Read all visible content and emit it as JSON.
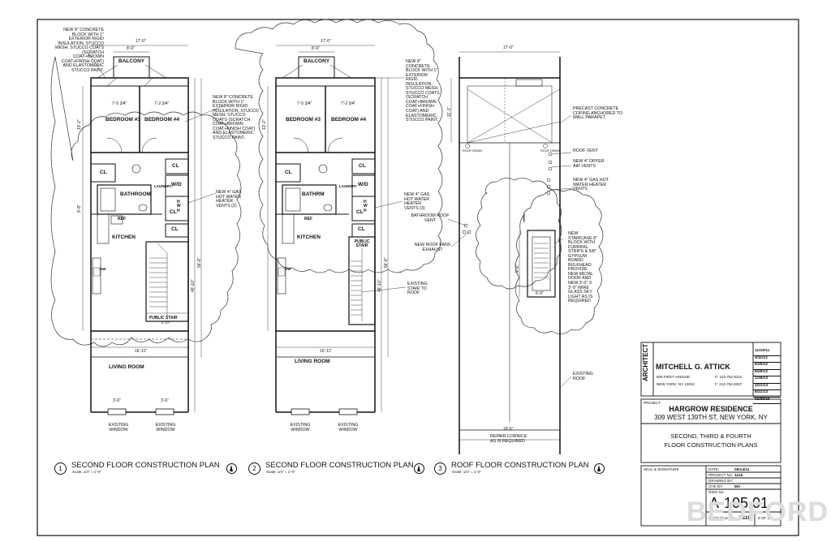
{
  "architect": {
    "vertical_label": "ARCHITECT",
    "name": "MITCHELL G. ATTICK",
    "address_1": "509 FIRST AVENUE",
    "address_2": "NEW YORK, NY 10022",
    "phone": "P: 212-752-6210",
    "fax": "F: 212-752-6207",
    "revision_dates": [
      "11/29/11",
      "4/11/12",
      "5/25/12",
      "6/25/12",
      "1/29/13",
      "4/21/13",
      "6/21/13",
      "01/20/16"
    ]
  },
  "project": {
    "label": "PROJECT",
    "name": "HARGROW RESIDENCE",
    "address": "309 WEST 139TH ST, NEW YORK, NY",
    "drawing_title_1": "SECOND, THIRD & FOURTH",
    "drawing_title_2": "FLOOR CONSTRUCTION PLANS"
  },
  "sheet_info": {
    "seal_label": "SEAL & SIGNATURE",
    "date_label": "DATE:",
    "date": "09/14/11",
    "project_no_label": "PROJECT No:",
    "project_no": "1116",
    "drawing_by_label": "DRAWING BY:",
    "drawing_by": "",
    "chk_by_label": "CHK BY:",
    "chk_by": "MA",
    "dwg_no_label": "DWG No:",
    "dwg_no": "A-105.01",
    "cadd_label": "CADD FILE No:",
    "cadd_no": "(1116)",
    "sheet_of": "9 OF 15"
  },
  "watermark": "BEDFORD",
  "plans": [
    {
      "number": "1",
      "title": "SECOND FLOOR CONSTRUCTION PLAN",
      "scale": "Scale: 1/4\" = 1'-0\"",
      "rooms": {
        "balcony": "BALCONY",
        "bedroom_3": "BEDROOM #3",
        "bedroom_4": "BEDROOM #4",
        "bathroom": "BATHROOM",
        "laundry": "LAUNDRY",
        "kitchen": "KITCHEN",
        "public_stair": "PUBLIC STAIR",
        "living_room": "LIVING ROOM",
        "cl_a": "CL",
        "cl_b": "CL",
        "cl_c": "CL",
        "cl_d": "CL",
        "wd": "W/D",
        "ref": "REF",
        "dw": "DW",
        "hw": "H W H"
      },
      "notes": {
        "block_left": "NEW 8\" CONCRETE BLOCK WITH 1\" EXTERIOR RIGID INSULATION, STUCCO MESH, STUCCO COATS (SCRATCH COAT+BROWN COAT+FINISH COAT) AND ELASTOMERIC STUCCO PAINT.",
        "block_right": "NEW 8\" CONCRETE BLOCK WITH 1\" EXTERIOR RIGID INSULATION, STUCCO MESH, STUCCO COATS (SCRATCH COAT+BROWN COAT+FINISH COAT) AND ELASTOMERIC STUCCO PAINT.",
        "vents": "NEW 4\" GAS HOT WATER HEATER VENTS (2)",
        "window_1": "EXISTING WINDOW",
        "window_2": "EXISTING WINDOW"
      },
      "dims": {
        "overall_width": "17'-0\"",
        "balcony_width": "8'-0\"",
        "living_width": "16'-11\"",
        "bed_width_1": "7'-5 3/4\"",
        "bed_width_2": "7'-2 3/4\"",
        "stair_width": "6'-10\"",
        "win_1": "3'-6\"",
        "win_2": "3'-6\"",
        "depth_total": "56'-8\"",
        "depth_2": "46'-10\"",
        "bed_depth": "13'-2\"",
        "kitchen_depth": "9'-8\""
      }
    },
    {
      "number": "2",
      "title": "SECOND FLOOR CONSTRUCTION PLAN",
      "scale": "Scale: 1/4\" = 1'-0\"",
      "rooms": {
        "balcony": "BALCONY",
        "bedroom_3": "BEDROOM #3",
        "bedroom_4": "BEDROOM #4",
        "bathroom": "BATHRM",
        "laundry": "LAUNDRY",
        "kitchen": "KITCHEN",
        "public_stair": "PUBLIC STAIR",
        "living_room": "LIVING ROOM",
        "cl_a": "CL",
        "cl_b": "CL",
        "cl_c": "CL",
        "cl_d": "CL",
        "wd": "W/D",
        "ref": "REF",
        "dw": "DW",
        "hw": "H W H"
      },
      "notes": {
        "block_right": "NEW 8\" CONCRETE BLOCK WITH 1\" EXTERIOR RIGID INSULATION, STUCCO MESH, STUCCO COATS (SCRATCH COAT+BROWN COAT+FINISH COAT) AND ELASTOMERIC STUCCO PAINT.",
        "vents": "NEW 4\" GAS HOT WATER HEATER VENTS (3)",
        "existing_stair": "EXISTING STAIR TO ROOF",
        "window_1": "EXISTING WINDOW",
        "window_2": "EXISTING WINDOW"
      },
      "dims": {
        "overall_width": "17'-0\"",
        "balcony_width": "8'-0\"",
        "living_width": "16'-11\"",
        "bed_width_1": "7'-5 3/4\"",
        "bed_width_2": "7'-2 3/4\"",
        "depth_total": "56'-8\"",
        "depth_2": "46'-10\"",
        "bed_depth": "13'-2\""
      }
    },
    {
      "number": "3",
      "title": "ROOF FLOOR CONSTRUCTION PLAN",
      "scale": "Scale: 1/4\" = 1'-0\"",
      "notes": {
        "coping": "PRECAST CONCRETE COPING ANCHORED TO WALL PARAPET.",
        "roof_vent": "ROOF VENT",
        "dryer_vents": "NEW 4\" DRYER AIR VENTS",
        "hw_vents": "NEW 4\" GAS HOT WATER HEATER VENTS",
        "bathroom_vent": "BATHROOM ROOF VENT",
        "roof_fans": "NEW ROOF FANS EXHAUST",
        "staircase": "NEW STAIRCASE 8\" BLOCK WITH FURRING STRIPS & 5/8\" GYPSUM BOARD BULKHEAD. PROVIDE NEW METAL DOOR AND NEW 3'-0\" x 3'-0\" WIRE GLASS SKY LIGHT AS IS REQUIRED",
        "existing_roof": "EXISTING ROOF",
        "repair_cornice": "REPAIR CORNICE AS IS REQUIRED",
        "drain_1": "ROOF DRAIN",
        "drain_2": "ROOF DRAIN"
      },
      "dims": {
        "overall_width": "17'-0\"",
        "bottom_width": "16'-6\"",
        "depth_1": "11'-1\"",
        "depth_2": "9'-6\"",
        "stair_w": "6'-6\""
      }
    }
  ]
}
